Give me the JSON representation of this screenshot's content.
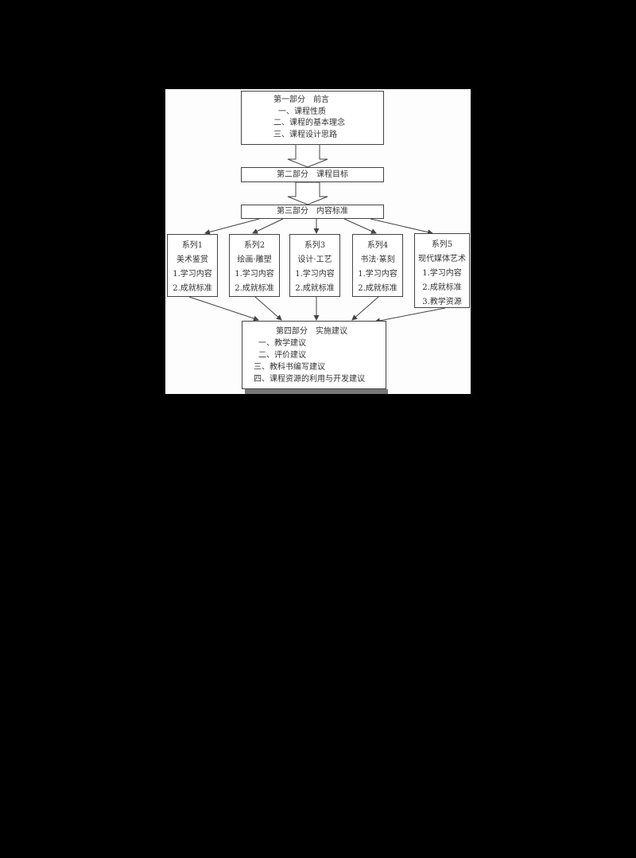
{
  "diagram": {
    "part1": {
      "title": "第一部分　前言",
      "items": [
        "一、课程性质",
        "二、课程的基本理念",
        "三、课程设计思路"
      ]
    },
    "part2": {
      "title": "第二部分　课程目标"
    },
    "part3": {
      "title": "第三部分　内容标准"
    },
    "series": [
      {
        "name": "系列1",
        "subtitle": "美术鉴赏",
        "items": [
          "1.学习内容",
          "2.成就标准"
        ]
      },
      {
        "name": "系列2",
        "subtitle": "绘画·雕塑",
        "items": [
          "1.学习内容",
          "2.成就标准"
        ]
      },
      {
        "name": "系列3",
        "subtitle": "设计·工艺",
        "items": [
          "1.学习内容",
          "2.成就标准"
        ]
      },
      {
        "name": "系列4",
        "subtitle": "书法·篆刻",
        "items": [
          "1.学习内容",
          "2.成就标准"
        ]
      },
      {
        "name": "系列5",
        "subtitle": "现代媒体艺术",
        "items": [
          "1.学习内容",
          "2.成就标准",
          "3.教学资源"
        ]
      }
    ],
    "part4": {
      "title": "第四部分　实施建议",
      "items": [
        "一、教学建议",
        "二、评价建议",
        "三、教科书编写建议",
        "四、课程资源的利用与开发建议"
      ]
    }
  }
}
